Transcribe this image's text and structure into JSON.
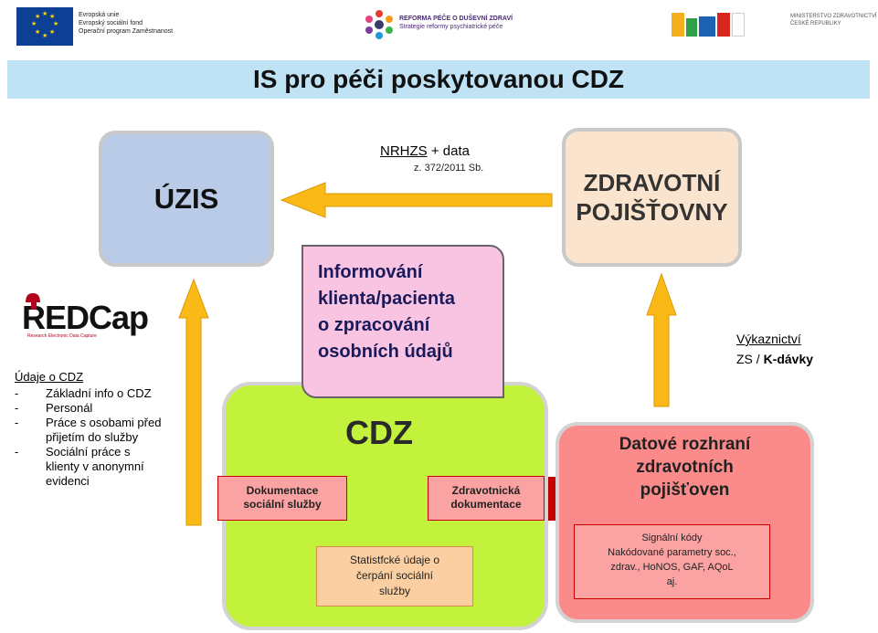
{
  "header": {
    "eu_text": [
      "Evropská unie",
      "Evropský sociální fond",
      "Operační program Zaměstnanost"
    ],
    "reform_title": "REFORMA PÉČE O DUŠEVNÍ ZDRAVÍ",
    "reform_subtitle": "Strategie reformy psychiatrické péče",
    "ministry_text": [
      "MINISTERSTVO ZDRAVOTNICTVÍ",
      "ČESKÉ REPUBLIKY"
    ]
  },
  "title": "IS pro péči poskytovanou CDZ",
  "boxes": {
    "uzis": "ÚZIS",
    "pojistovny": [
      "ZDRAVOTNÍ",
      "POJIŠŤOVNY"
    ],
    "informovani": [
      "Informování",
      "klienta/pacienta",
      "o zpracování",
      "osobních údajů"
    ],
    "cdz": "CDZ",
    "dokumentace_socialni": [
      "Dokumentace",
      "sociální služby"
    ],
    "zdravotnicka_dokumentace": [
      "Zdravotnická",
      "dokumentace"
    ],
    "statisticke": [
      "Statistfcké údaje o",
      "čerpání sociální",
      "služby"
    ],
    "datove_rozhrani": [
      "Datové rozhraní",
      "zdravotních",
      "pojišťoven"
    ],
    "signalni": [
      "Signální kódy",
      "Nakódované parametry soc.,",
      "zdrav., HoNOS, GAF, AQoL",
      "aj."
    ]
  },
  "labels": {
    "nrhzs": "NRHZS",
    "plus_data": " + data",
    "zakon": "z. 372/2011 Sb.",
    "vykaznictvi": "Výkaznictví",
    "zs_prefix": "ZS / ",
    "kdavky": "K-dávky"
  },
  "redcap": {
    "name": "REDCap",
    "subtitle": "Research Electronic Data Capture"
  },
  "udaje": {
    "heading": "Údaje o CDZ",
    "items": [
      "Základní info o CDZ",
      "Personál",
      "Práce s osobami před přijetím do služby",
      "Sociální práce s klienty v anonymní evidenci"
    ]
  },
  "colors": {
    "arrow": "#fbb917",
    "title_bar": "#bfe2f4",
    "uzis": "#b9cbe7",
    "pojistovny": "#fbe4cd",
    "cdz": "#c3f23d",
    "datove": "#fb8a8a",
    "informovani": "#f8c4e2"
  }
}
